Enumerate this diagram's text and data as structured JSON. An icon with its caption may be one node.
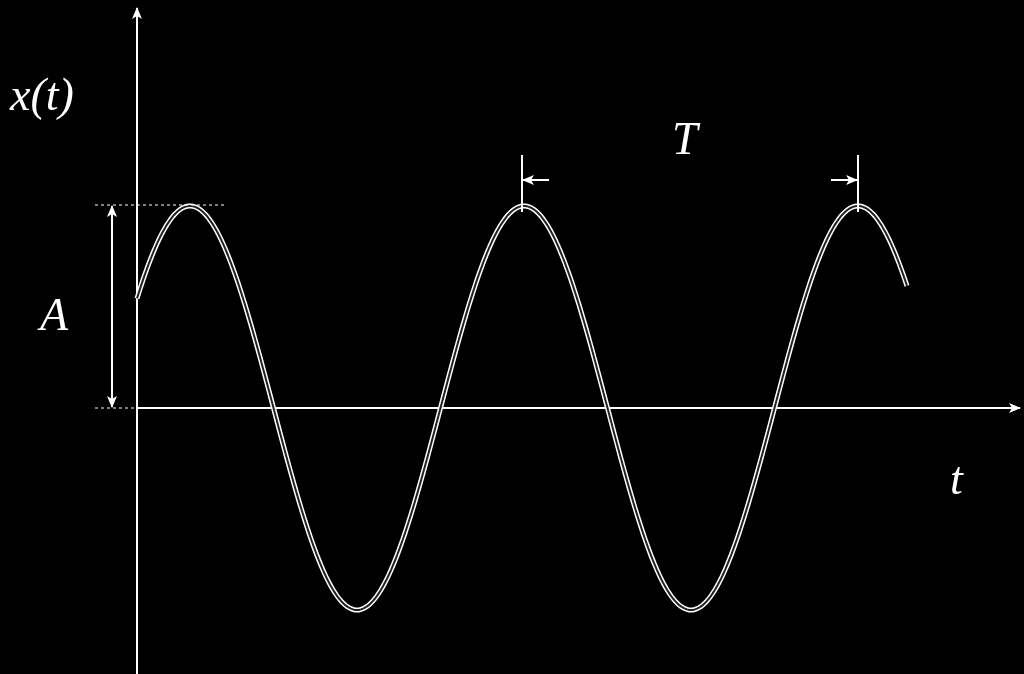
{
  "diagram": {
    "labels": [
      "x(t)",
      "T",
      "A",
      "t"
    ]
  }
}
